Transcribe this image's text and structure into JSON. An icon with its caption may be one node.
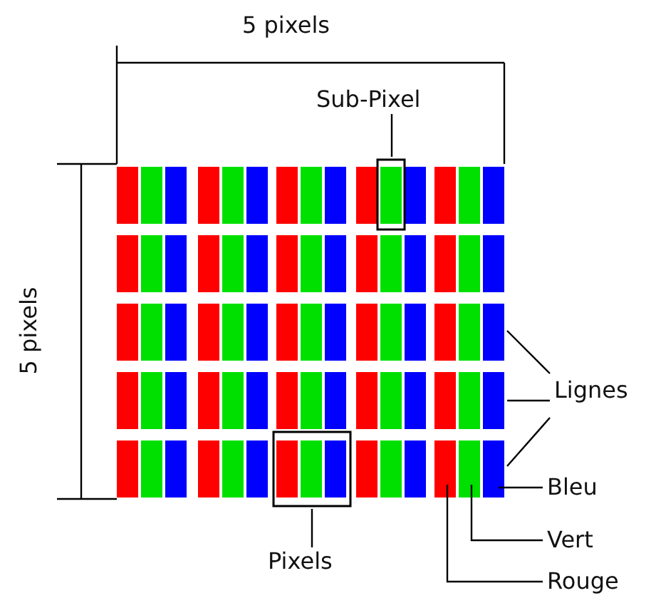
{
  "diagram": {
    "nodes": [
      {
        "text": [
          "Sub-Pixel"
        ]
      },
      {
        "text": [],
        "shape": "box"
      },
      {
        "text": [
          "Pixels"
        ]
      },
      {
        "text": [],
        "shape": "box"
      },
      {
        "text": [
          "Lignes"
        ]
      },
      {
        "text": [
          "Bleu"
        ]
      },
      {
        "text": [
          "Vert"
        ]
      },
      {
        "text": [
          "Rouge"
        ]
      }
    ],
    "edges": [
      {
        "from": 0,
        "to": 1,
        "arrow": "none"
      },
      {
        "from": 2,
        "to": 3,
        "arrow": "none"
      },
      {
        "from": 4,
        "to": null,
        "arrow": "none"
      },
      {
        "from": 4,
        "to": null,
        "arrow": "none"
      },
      {
        "from": 4,
        "to": null,
        "arrow": "none"
      },
      {
        "from": 5,
        "to": null,
        "arrow": "none"
      },
      {
        "from": 6,
        "to": null,
        "arrow": "none"
      },
      {
        "from": 7,
        "to": null,
        "arrow": "none"
      }
    ],
    "labels": [
      "5 pixels",
      "5 pixels"
    ]
  }
}
